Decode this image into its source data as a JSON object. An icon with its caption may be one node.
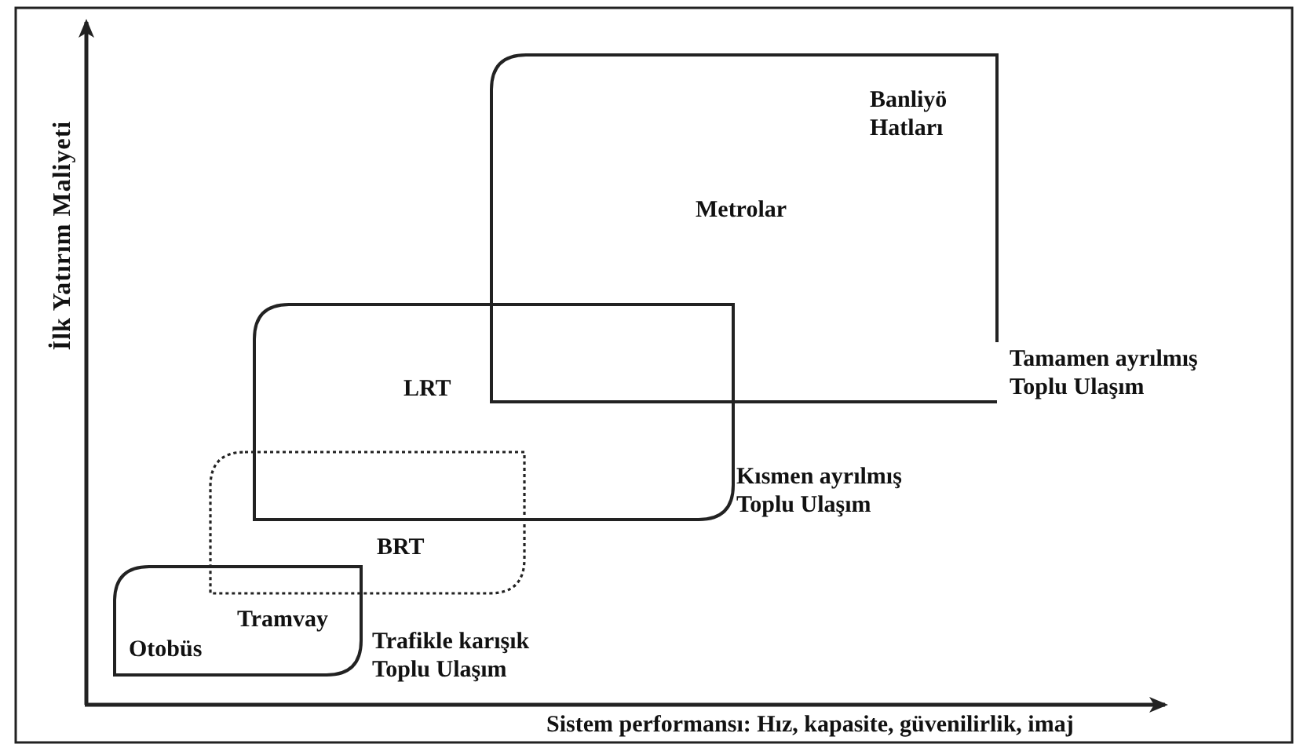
{
  "diagram": {
    "nodes": [
      {
        "text": [
          "Metrolar",
          "Banliyö Hatları"
        ],
        "beside": [
          "Tamamen ayrılmış Toplu Ulaşım"
        ]
      },
      {
        "text": [
          "LRT"
        ],
        "beside": [
          "Kısmen ayrılmış Toplu Ulaşım"
        ]
      },
      {
        "text": [
          "BRT"
        ]
      },
      {
        "text": [
          "Otobüs"
        ],
        "beside": [
          "Trafikle karışık Toplu Ulaşım"
        ]
      }
    ],
    "labels": [
      "İlk Yatırım Maliyeti",
      "Tramvay",
      "Sistem performansı: Hız, kapasite, güvenilirlik, imaj"
    ]
  }
}
